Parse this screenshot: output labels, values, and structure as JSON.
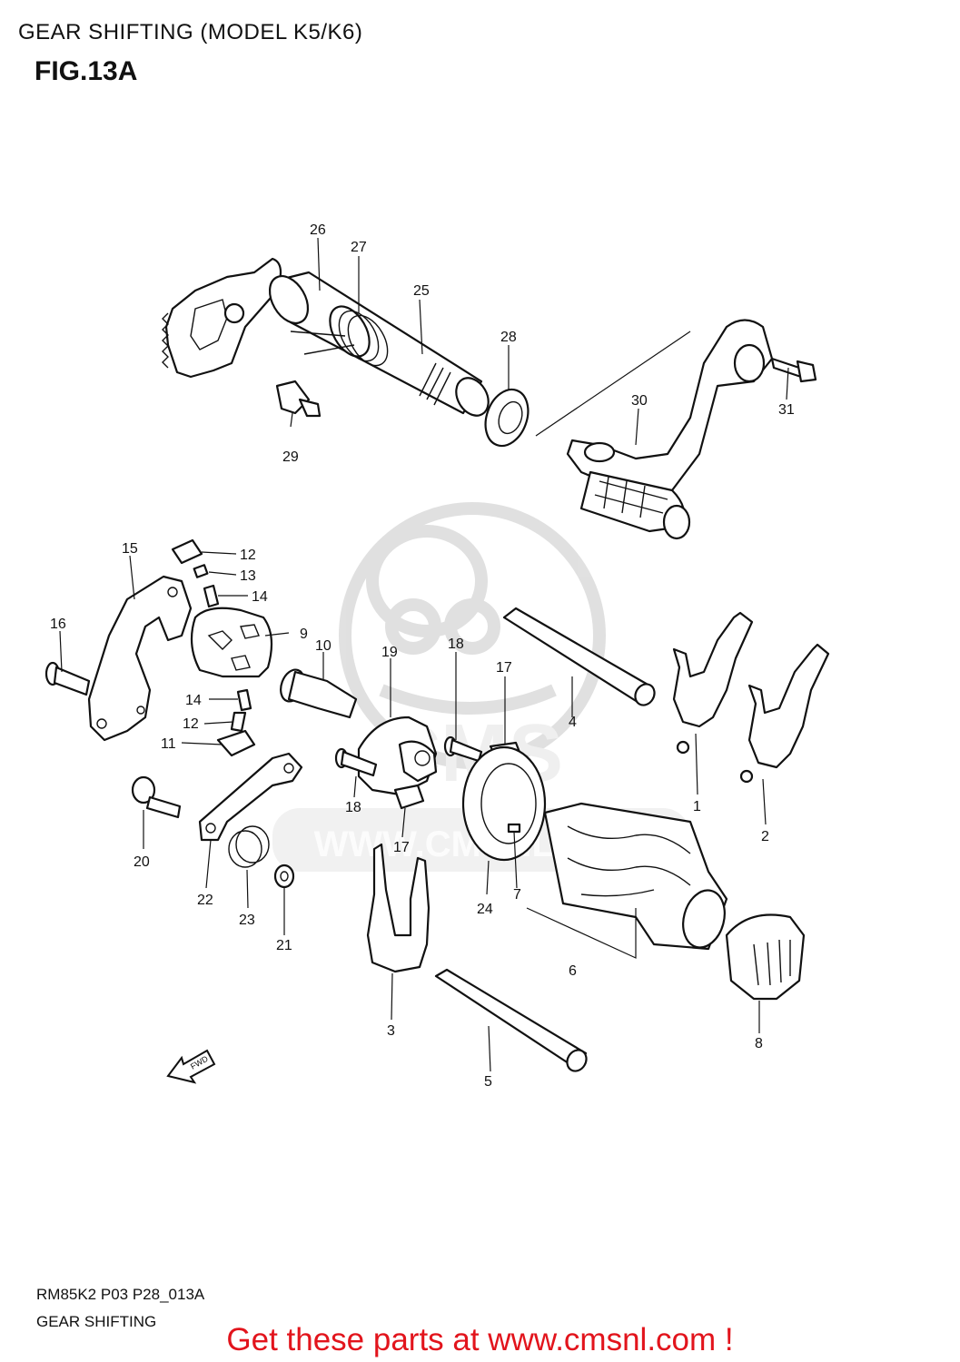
{
  "header": {
    "title": "GEAR SHIFTING (MODEL K5/K6)",
    "figure": "FIG.13A"
  },
  "callouts": [
    {
      "id": "p26",
      "label": "26"
    },
    {
      "id": "p27",
      "label": "27"
    },
    {
      "id": "p25",
      "label": "25"
    },
    {
      "id": "p28",
      "label": "28"
    },
    {
      "id": "p29",
      "label": "29"
    },
    {
      "id": "p30",
      "label": "30"
    },
    {
      "id": "p31",
      "label": "31"
    },
    {
      "id": "p15",
      "label": "15"
    },
    {
      "id": "p12a",
      "label": "12"
    },
    {
      "id": "p13",
      "label": "13"
    },
    {
      "id": "p14a",
      "label": "14"
    },
    {
      "id": "p16",
      "label": "16"
    },
    {
      "id": "p9",
      "label": "9"
    },
    {
      "id": "p10",
      "label": "10"
    },
    {
      "id": "p19",
      "label": "19"
    },
    {
      "id": "p18a",
      "label": "18"
    },
    {
      "id": "p17a",
      "label": "17"
    },
    {
      "id": "p4",
      "label": "4"
    },
    {
      "id": "p14b",
      "label": "14"
    },
    {
      "id": "p12b",
      "label": "12"
    },
    {
      "id": "p11",
      "label": "11"
    },
    {
      "id": "p1",
      "label": "1"
    },
    {
      "id": "p2",
      "label": "2"
    },
    {
      "id": "p18b",
      "label": "18"
    },
    {
      "id": "p17b",
      "label": "17"
    },
    {
      "id": "p20",
      "label": "20"
    },
    {
      "id": "p22",
      "label": "22"
    },
    {
      "id": "p23",
      "label": "23"
    },
    {
      "id": "p21",
      "label": "21"
    },
    {
      "id": "p24",
      "label": "24"
    },
    {
      "id": "p7",
      "label": "7"
    },
    {
      "id": "p6",
      "label": "6"
    },
    {
      "id": "p3",
      "label": "3"
    },
    {
      "id": "p8",
      "label": "8"
    },
    {
      "id": "p5",
      "label": "5"
    }
  ],
  "fwd_arrow": "FWD",
  "watermark_text": "CMS",
  "watermark_url": "WWW.CMSNL.COM",
  "footer": {
    "code": "RM85K2 P03 P28_013A",
    "name": "GEAR SHIFTING",
    "promo": "Get these parts at www.cmsnl.com !"
  }
}
